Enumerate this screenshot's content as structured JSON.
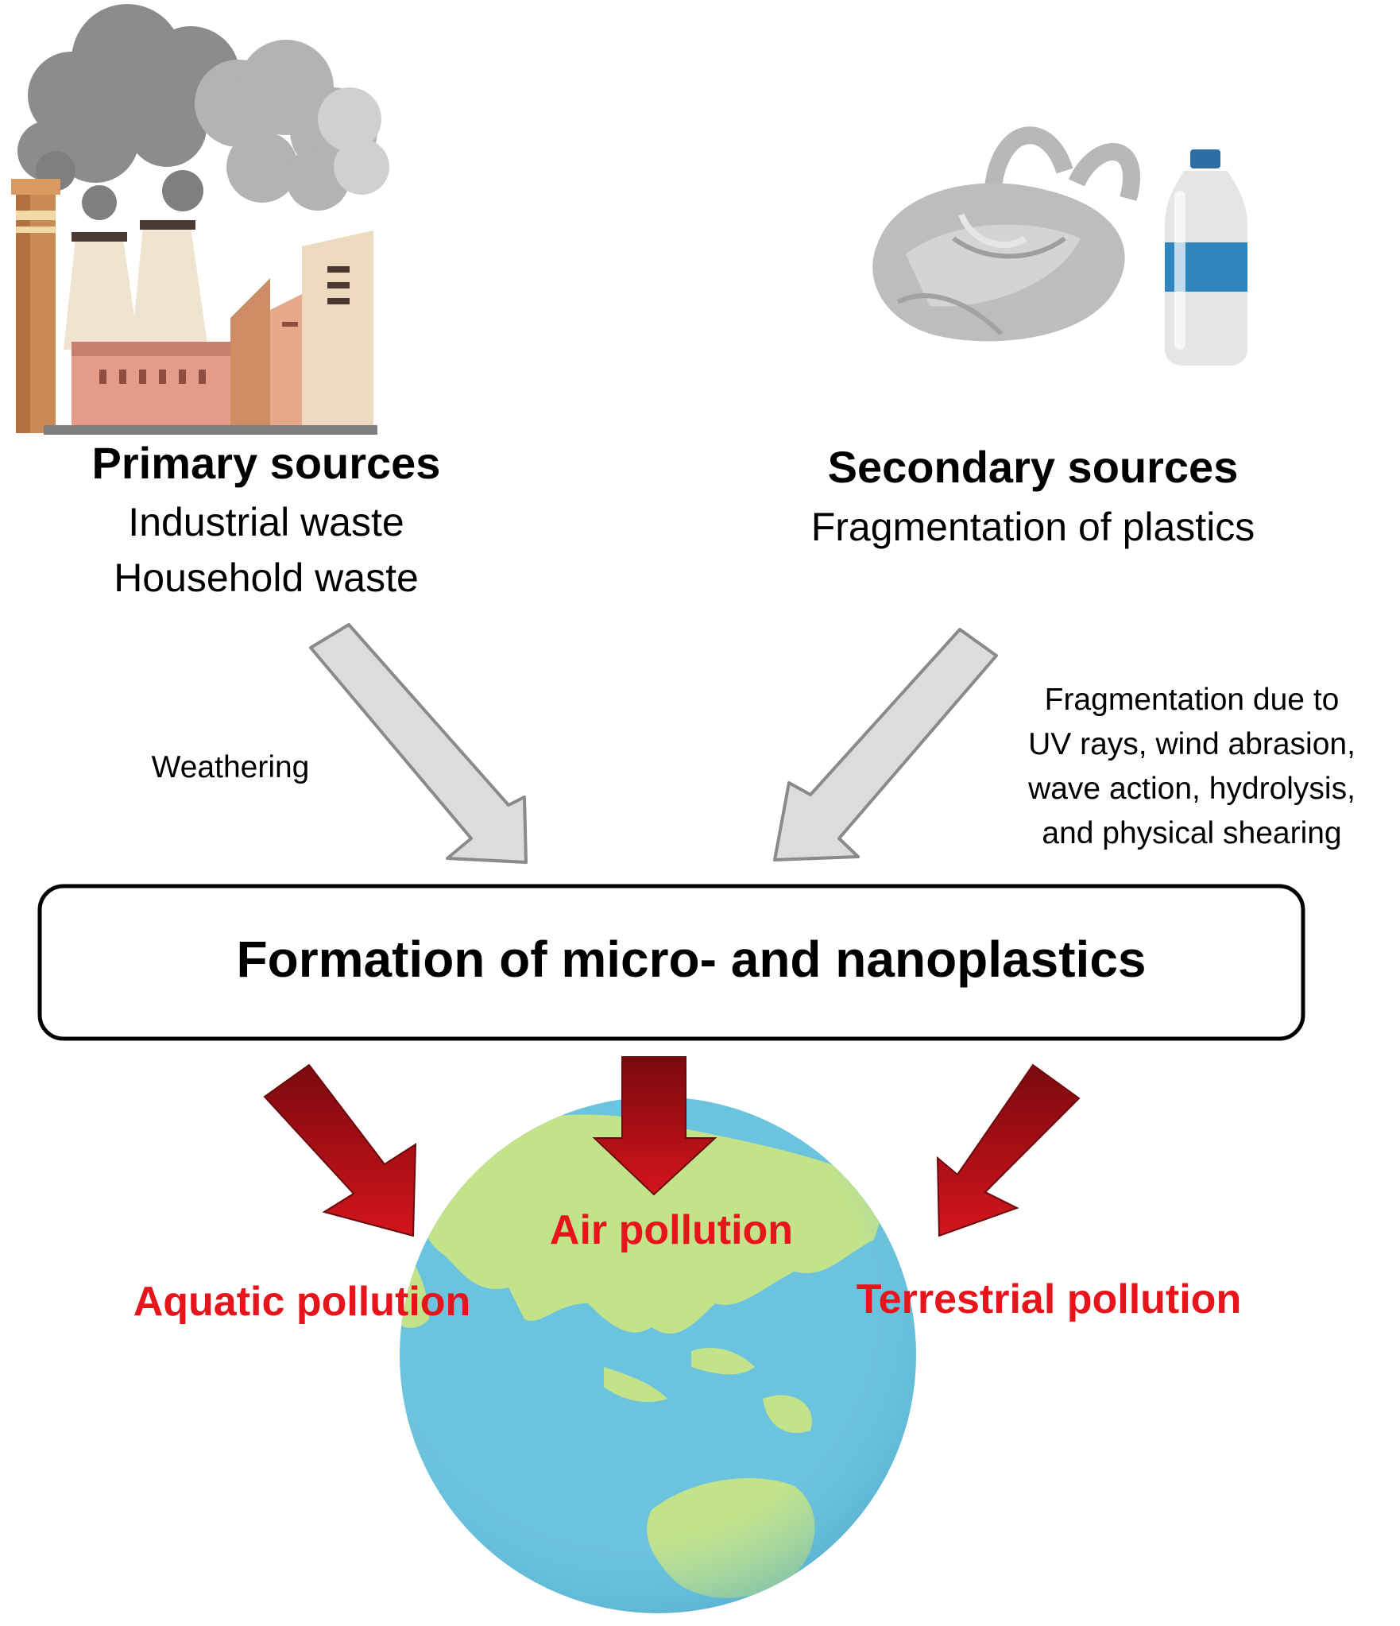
{
  "primary": {
    "title": "Primary sources",
    "lines": [
      "Industrial waste",
      "Household waste"
    ],
    "icon": "factory-icon"
  },
  "secondary": {
    "title": "Secondary sources",
    "lines": [
      "Fragmentation of plastics"
    ],
    "icon": "plastic-bag-and-bottle-icon"
  },
  "processes": {
    "left": "Weathering",
    "right": [
      "Fragmentation due to",
      "UV rays, wind abrasion,",
      "wave action, hydrolysis,",
      "and physical shearing"
    ]
  },
  "center": {
    "title": "Formation of micro- and nanoplastics"
  },
  "outcomes": {
    "aquatic": "Aquatic pollution",
    "air": "Air pollution",
    "terrestrial": "Terrestrial pollution"
  },
  "colors": {
    "arrow_gray": "#dcdcdc",
    "arrow_gray_stroke": "#8a8a8a",
    "arrow_red": "#c1121a",
    "arrow_red_dark": "#7a0a0e",
    "outcome_text": "#e8141b",
    "ocean": "#6cc3de",
    "land": "#c3e38a",
    "smoke": "#8c8c8c"
  }
}
